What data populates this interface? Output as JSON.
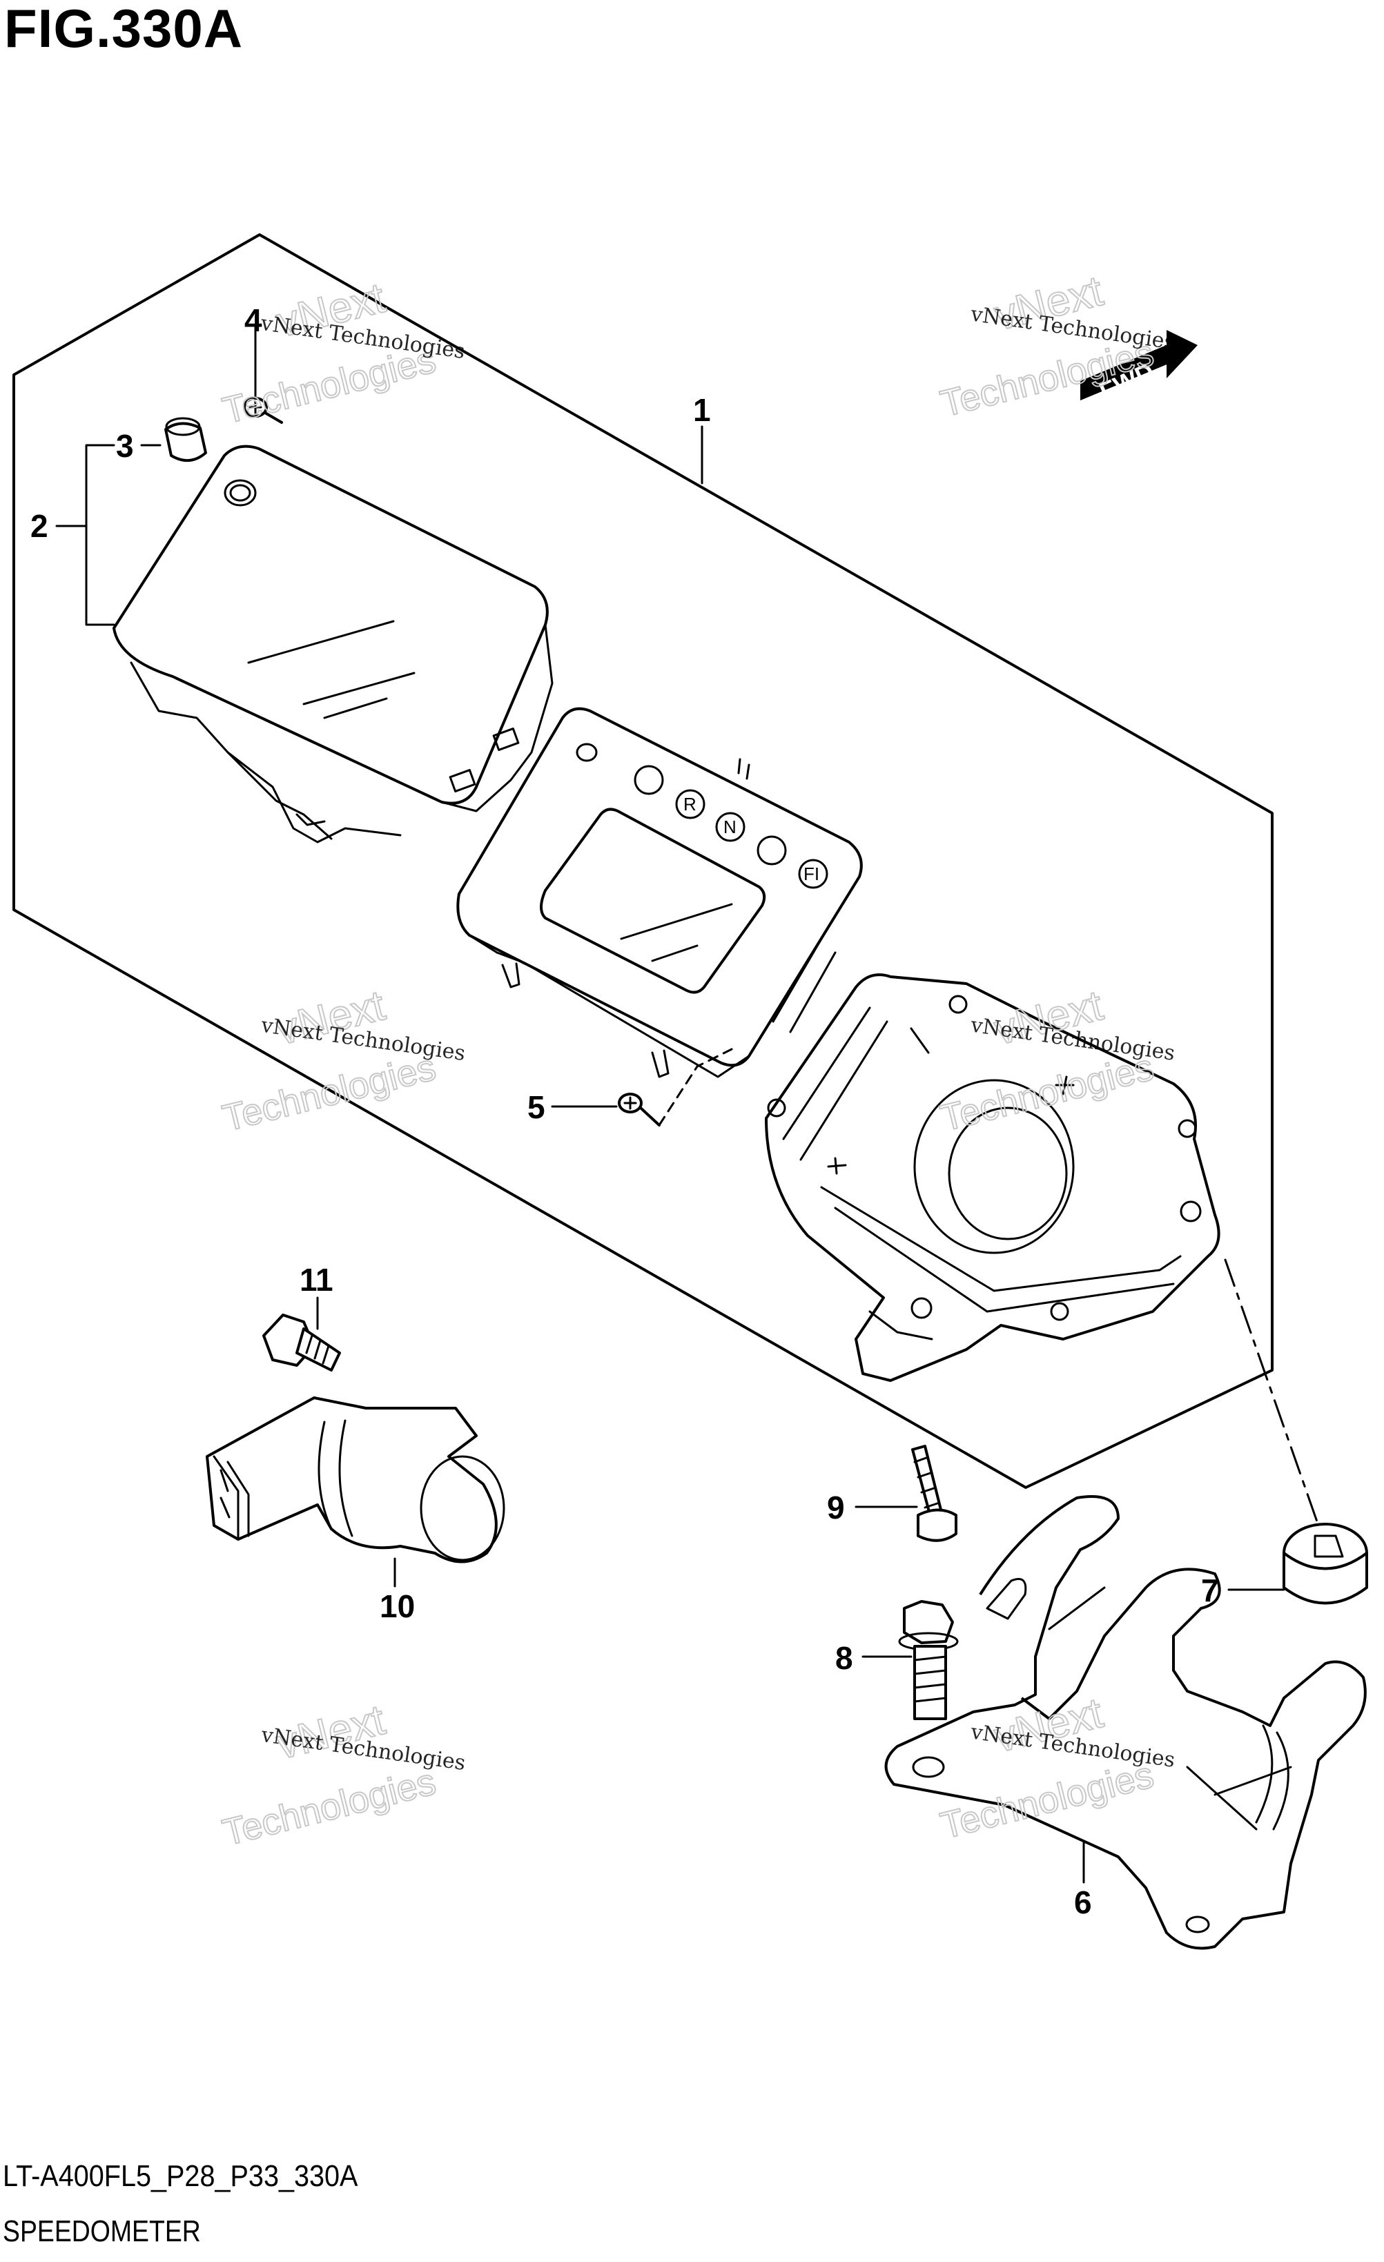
{
  "figure": {
    "title": "FIG.330A",
    "code": "LT-A400FL5_P28_P33_330A",
    "name": "SPEEDOMETER"
  },
  "badges": {
    "fwd": "FWD"
  },
  "indicators": [
    "R",
    "N",
    "FI"
  ],
  "watermark": {
    "line1": "vNext Technologies",
    "line2": "vNext",
    "line3": "Technologies"
  },
  "callouts": [
    {
      "id": "1",
      "label": "1"
    },
    {
      "id": "2",
      "label": "2"
    },
    {
      "id": "3",
      "label": "3"
    },
    {
      "id": "4",
      "label": "4"
    },
    {
      "id": "5",
      "label": "5"
    },
    {
      "id": "6",
      "label": "6"
    },
    {
      "id": "7",
      "label": "7"
    },
    {
      "id": "8",
      "label": "8"
    },
    {
      "id": "9",
      "label": "9"
    },
    {
      "id": "10",
      "label": "10"
    },
    {
      "id": "11",
      "label": "11"
    }
  ]
}
